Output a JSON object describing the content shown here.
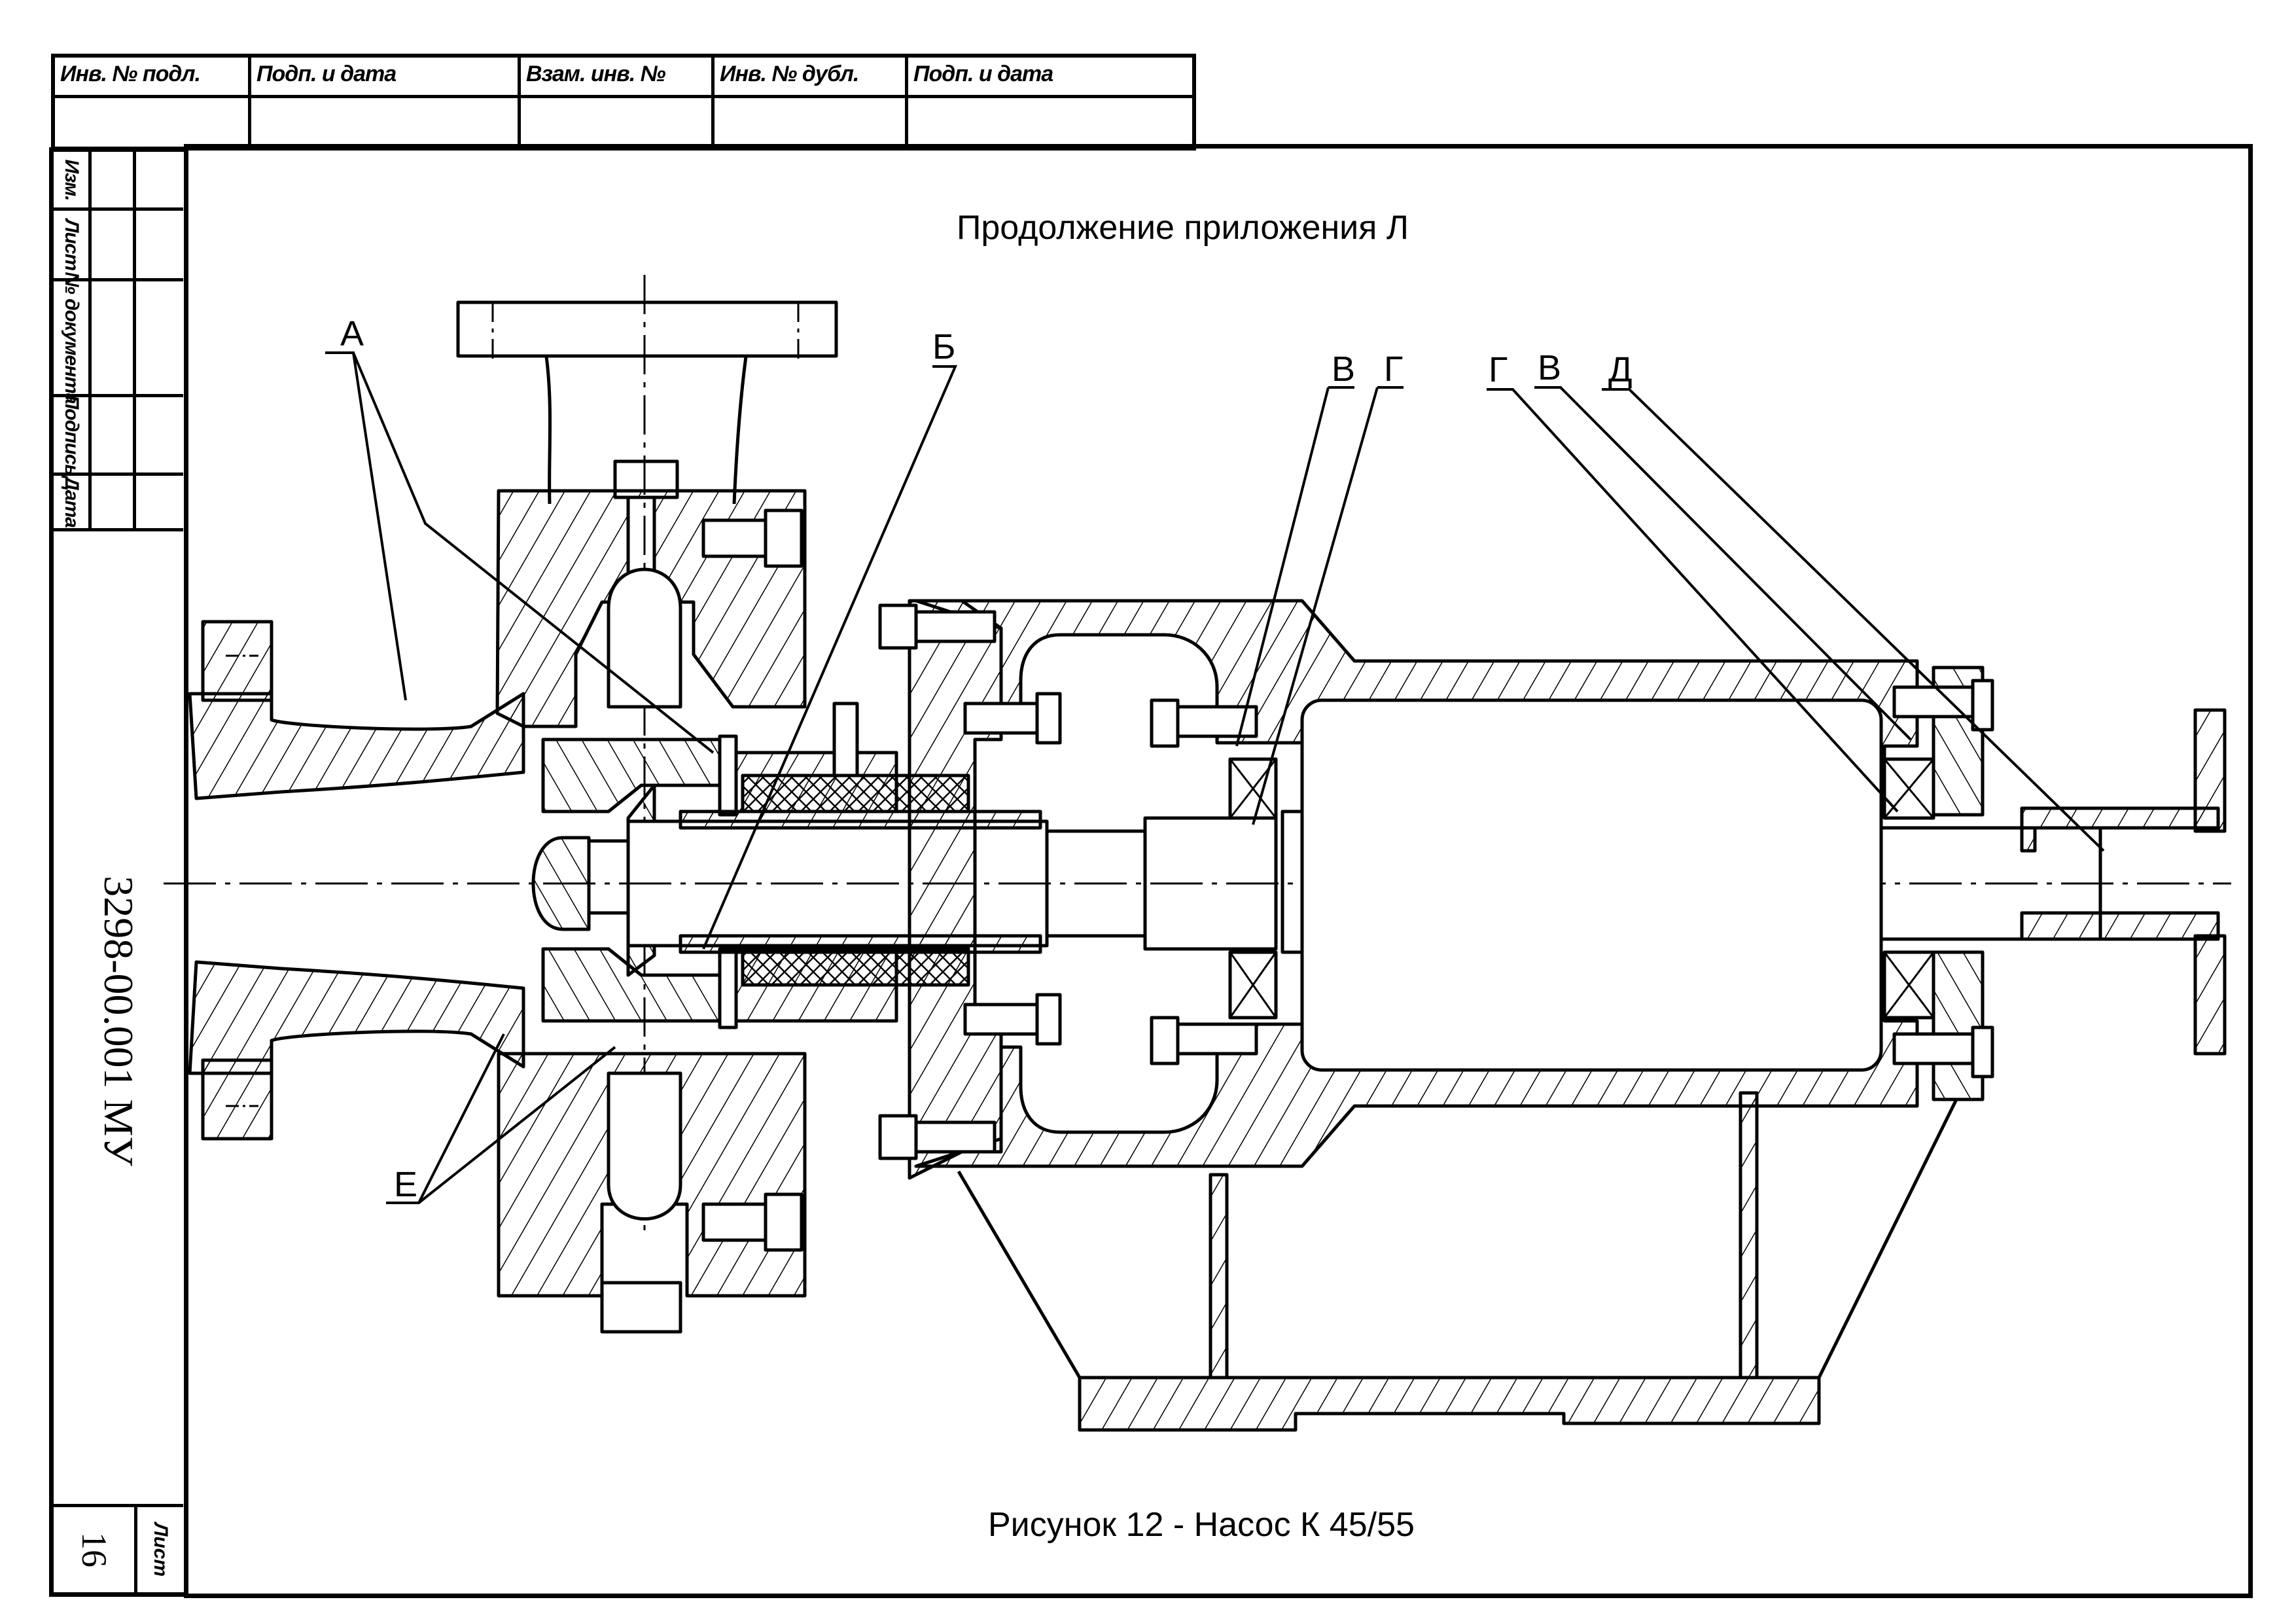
{
  "top_stamp": {
    "columns": [
      {
        "header": "Инв. № подл.",
        "value": ""
      },
      {
        "header": "Подп. и дата",
        "value": ""
      },
      {
        "header": "Взам. инв. №",
        "value": ""
      },
      {
        "header": "Инв. № дубл.",
        "value": ""
      },
      {
        "header": "Подп. и дата",
        "value": ""
      }
    ]
  },
  "left_strip": {
    "rows": [
      {
        "label": "Изм."
      },
      {
        "label": "Лист"
      },
      {
        "label": "№ документа"
      },
      {
        "label": "Подпись"
      },
      {
        "label": "Дата"
      }
    ],
    "document_code": "3298-00.001 МУ",
    "sheet_label": "Лист",
    "sheet_number": "16"
  },
  "page": {
    "heading": "Продолжение приложения  Л",
    "caption": "Рисунок 12  -  Насос  К 45/55"
  },
  "drawing": {
    "subject": "Pump K 45/55 sectional view",
    "callouts": [
      {
        "id": "A",
        "text": "А"
      },
      {
        "id": "B",
        "text": "Б"
      },
      {
        "id": "V1",
        "text": "В"
      },
      {
        "id": "G1",
        "text": "Г"
      },
      {
        "id": "G2",
        "text": "Г"
      },
      {
        "id": "V2",
        "text": "В"
      },
      {
        "id": "D",
        "text": "Д"
      },
      {
        "id": "E",
        "text": "Е"
      }
    ]
  }
}
